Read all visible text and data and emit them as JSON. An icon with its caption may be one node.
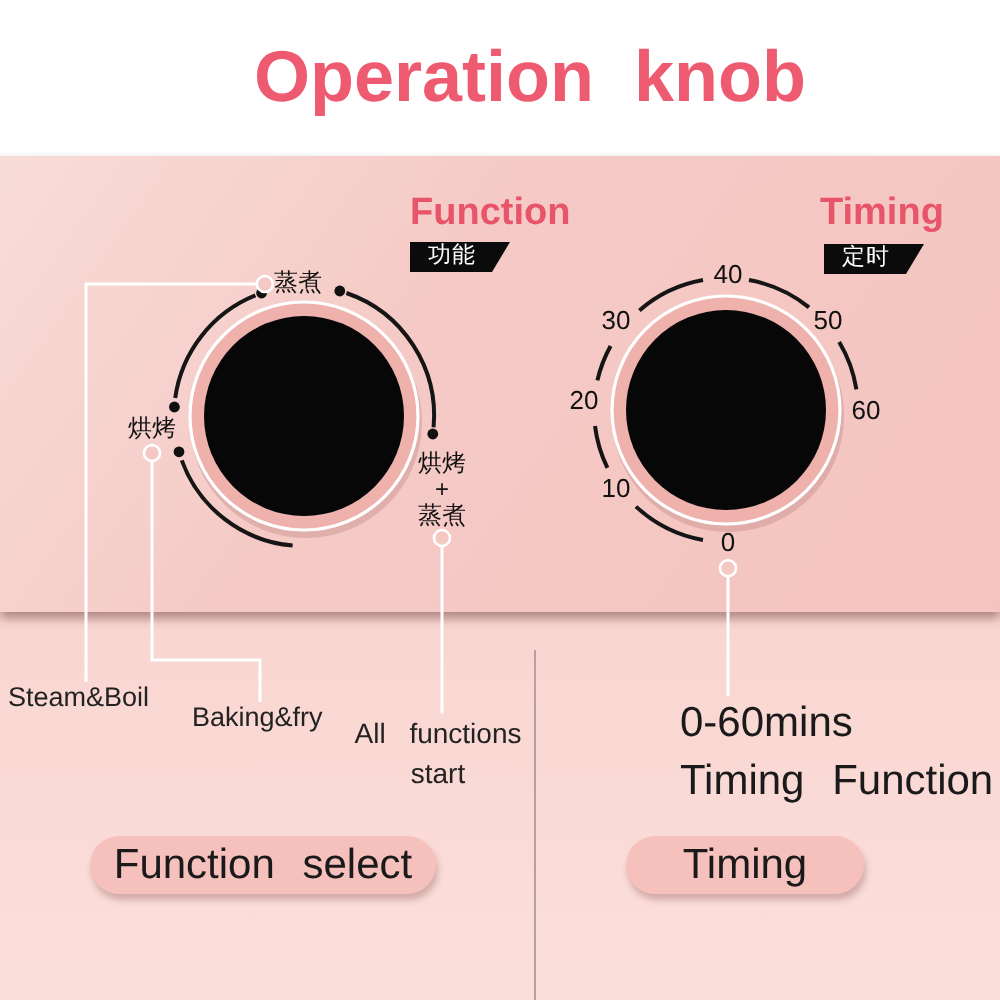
{
  "diagram": {
    "title": "Operation knob",
    "nodes": [
      {
        "text": [
          "功能"
        ],
        "beside": [
          "Function"
        ]
      },
      {
        "text": [
          "定时"
        ],
        "beside": [
          "Timing"
        ]
      },
      {
        "text": [
          "蒸煮"
        ]
      },
      {
        "text": [
          "烘烤"
        ]
      },
      {
        "text": [
          "烘烤+蒸煮"
        ]
      },
      {
        "text": [
          "0"
        ]
      },
      {
        "text": [
          "Steam&Boil"
        ]
      },
      {
        "text": [
          "Baking&fry"
        ]
      },
      {
        "text": [
          "All functions start"
        ]
      },
      {
        "text": [
          "0-60mins Timing Function"
        ]
      },
      {
        "text": [
          "Function select"
        ]
      },
      {
        "text": [
          "Timing"
        ]
      }
    ],
    "edges": [
      {
        "from": 6,
        "to": 2,
        "arrow": "other"
      },
      {
        "from": 7,
        "to": 3,
        "arrow": "other"
      },
      {
        "from": 8,
        "to": 4,
        "arrow": "other"
      },
      {
        "from": 9,
        "to": 5,
        "arrow": "other"
      }
    ],
    "labels": [
      "40",
      "30",
      "50",
      "20",
      "60",
      "10"
    ]
  }
}
